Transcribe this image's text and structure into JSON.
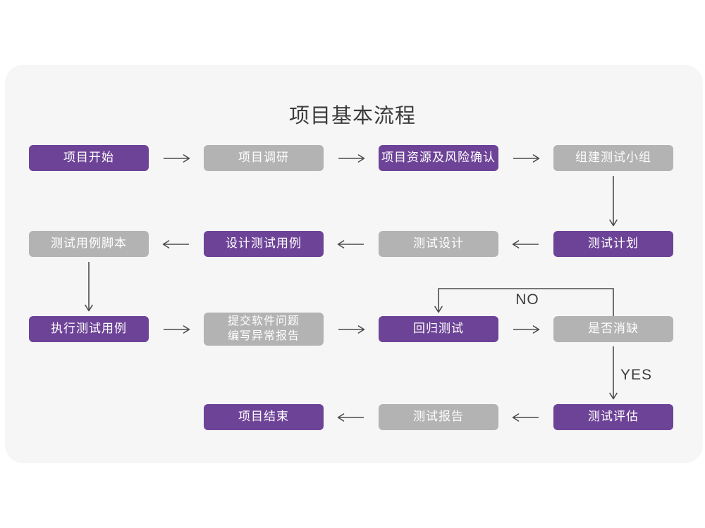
{
  "title": "项目基本流程",
  "colors": {
    "purple": "#6d4397",
    "gray": "#b3b3b3",
    "card-bg": "#f6f6f6",
    "page-bg": "#ffffff",
    "node-text": "#ffffff",
    "arrow": "#4c4c4c",
    "title-text": "#3b3b3b",
    "label-text": "#3d3d3d"
  },
  "edge_labels": {
    "no": "NO",
    "yes": "YES"
  },
  "nodes": [
    {
      "label": "项目开始",
      "variant": "purple"
    },
    {
      "label": "项目调研",
      "variant": "gray"
    },
    {
      "label": "项目资源及风险确认",
      "variant": "purple"
    },
    {
      "label": "组建测试小组",
      "variant": "gray"
    },
    {
      "label": "测试计划",
      "variant": "purple"
    },
    {
      "label": "测试设计",
      "variant": "gray"
    },
    {
      "label": "设计测试用例",
      "variant": "purple"
    },
    {
      "label": "测试用例脚本",
      "variant": "gray"
    },
    {
      "label": "执行测试用例",
      "variant": "purple"
    },
    {
      "label": "提交软件问题\n编写异常报告",
      "variant": "gray"
    },
    {
      "label": "回归测试",
      "variant": "purple"
    },
    {
      "label": "是否消缺",
      "variant": "gray"
    },
    {
      "label": "测试评估",
      "variant": "purple"
    },
    {
      "label": "测试报告",
      "variant": "gray"
    },
    {
      "label": "项目结束",
      "variant": "purple"
    }
  ]
}
